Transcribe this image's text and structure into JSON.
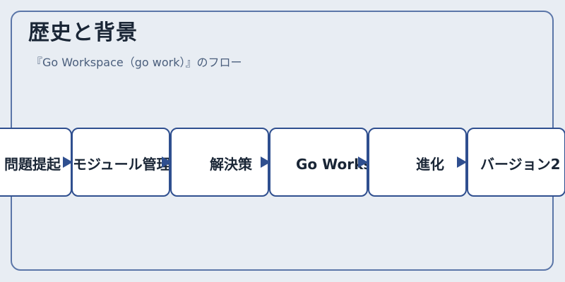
{
  "header": {
    "title": "歴史と背景",
    "subtitle": "『Go Workspace（go work）』のフロー"
  },
  "flow": {
    "steps": [
      {
        "label": "問題提起"
      },
      {
        "label": "モジュール管理"
      },
      {
        "label": "解決策"
      },
      {
        "label": "Go Workspace"
      },
      {
        "label": "進化"
      },
      {
        "label": "バージョン2"
      }
    ]
  },
  "colors": {
    "background": "#e8edf3",
    "card_border": "#5b76a8",
    "box_border": "#2f4f8f",
    "box_fill": "#ffffff",
    "text": "#1a2636"
  }
}
